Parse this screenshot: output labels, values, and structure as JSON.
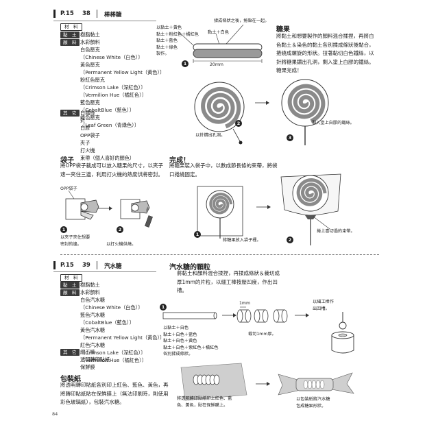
{
  "sec1": {
    "page": "P.15",
    "no": "38",
    "title": "棒棒糖",
    "materials_tag": "材　料",
    "clay_tag": "黏　土",
    "clay": "樹脂黏土",
    "paint_tag": "顏　料",
    "paint_items": [
      "水彩顏料",
      "白色壓克",
      "〔Chinese White（白色）〕",
      "黃色壓克",
      "〔Permanent Yellow Light（黃色）〕",
      "粉紅色壓克",
      "〔Crimson Lake（深紅色）〕",
      "〔Vermilion Hue（橘紅色）〕",
      "藍色壓克",
      "〔CobaltBlue（藍色）〕",
      "綠色壓克",
      "〔Leaf Green（青綠色）〕"
    ],
    "other_tag": "其　它",
    "other_items": [
      "白鐵絲",
      "針",
      "白膠",
      "OPP袋子",
      "夾子",
      "打火機",
      "束帶（個人喜好的顏色）"
    ],
    "step1_left": [
      "以黏土＋黃色",
      "黏土＋粉紅色＋橘紅色",
      "黏土＋藍色",
      "黏土＋綠色",
      "製作。"
    ],
    "step1_top": "揉成條狀之後，捲黏在一起。",
    "step1_label": "黏土＋白色",
    "step1_dim": "20mm",
    "candy_head": "糖果",
    "candy_text": "將黏土和想要製作的顏料混合揉捏，再將白色黏土＆染色的黏土各別揉成條狀後黏合，捲繞成螺旋的形狀。扭著黏切白色鐵絲，以針將糖果鑽出孔洞，剩入塗上白膠的鐵絲。糖果完成！",
    "step2_note": "以針鑽出孔洞。",
    "step3_note": "剩入塗上白膠的鐵絲。",
    "bag_head": "袋子",
    "bag_text": "將OPP袋子裁成可以放入糖果的尺寸，以夾子遮一夾住三邊，利用打火機的熱度供將密封。",
    "bag_label": "OPP袋子",
    "bag1_note": [
      "以夾子夾住想要",
      "密封的邊。"
    ],
    "bag2_note": "以打火機供燒。",
    "done_head": "完成！",
    "done_text": "將糖果裝入袋子中，以數成節長條的束帶，將袋口捲繞固定。",
    "done1_note": "將糖果放入袋子裡。",
    "done2_note": "捲上喜切過的束帶。"
  },
  "sec2": {
    "page": "P.15",
    "no": "39",
    "title": "汽水糖",
    "materials_tag": "材　料",
    "clay_tag": "黏　土",
    "clay": "樹脂黏土",
    "paint_tag": "顏　料",
    "paint_items": [
      "水彩顏料",
      "白色汽水糖",
      "〔Chinese White（白色）〕",
      "藍色汽水糖",
      "〔CobaltBlue（藍色）〕",
      "黃色汽水糖",
      "〔Permanent Yellow Light（黃色）〕",
      "紅色汽水糖",
      "〔Crimson Lake（深紅色）〕",
      "〔Vermilion Hue（橘紅色）〕"
    ],
    "other_tag": "其　它",
    "other_items": [
      "細工棒",
      "透明轉印貼紙",
      "保鮮膜"
    ],
    "grain_head": "汽水糖的顆粒",
    "grain_text": "將黏土和顏料混合揉捏，再揉成條狀＆裁切成厚1mm的片粒，以細工棒按壓凹度，作出凹槽。",
    "grain_left": [
      "以黏土＋白色",
      "黏土＋白色＋藍色",
      "黏土＋白色＋黃色",
      "黏土＋白色＋紫紅色＋橘紅色",
      "各別揉成條狀。"
    ],
    "grain_dim": "1mm",
    "grain_cut": "裁切1mm厚。",
    "grain_tool": [
      "以細工棒作",
      "出凹槽。"
    ],
    "wrap_head": "包裝紙",
    "wrap_text": "將透明轉印貼紙各別印上紅色、藍色、黃色，再將轉印貼紙貼在保鮮膜上（無法印刷時，則使用彩色玻璃紙），包裝汽水糖。",
    "wrap1_note": [
      "將透明轉印貼紙印上紅色、藍",
      "色、黃色，貼在保鮮膜上。"
    ],
    "wrap2_note": [
      "以包裝紙將汽水糖",
      "包成糖果形狀。"
    ]
  },
  "page_number": "84"
}
